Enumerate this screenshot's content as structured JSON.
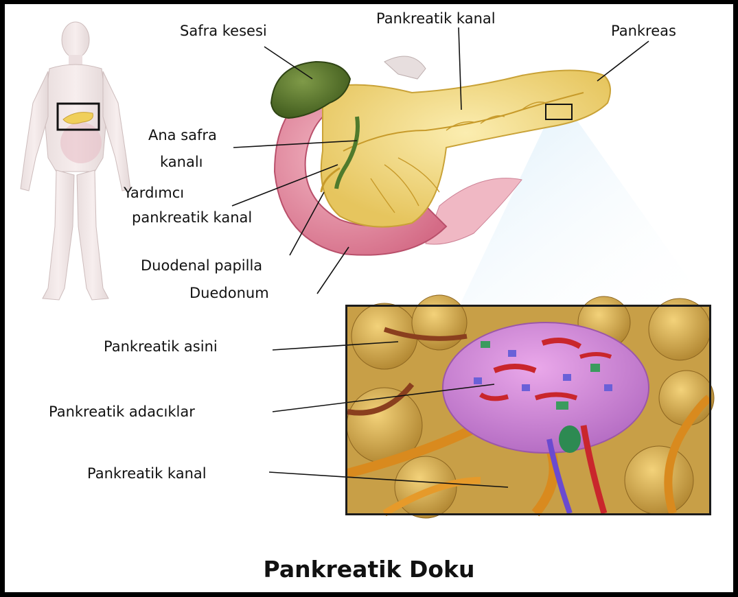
{
  "title": "Pankreatik Doku",
  "labels": {
    "safra_kesesi": "Safra kesesi",
    "pankreatik_kanal_top": "Pankreatik  kanal",
    "pankreas": "Pankreas",
    "ana_safra_1": "Ana safra",
    "ana_safra_2": "kanalı",
    "yardimci_1": "Yardımcı",
    "yardimci_2": "pankreatik kanal",
    "duodenal_papilla": "Duodenal papilla",
    "duedonum": "Duedonum",
    "pankreatik_asini": "Pankreatik asini",
    "pankreatik_adaciklar": "Pankreatik adacıklar",
    "pankreatik_kanal_bottom": "Pankreatik kanal"
  },
  "colors": {
    "pancreas": "#f2dc82",
    "duodenum": "#e58ca3",
    "gallbladder": "#5a7a2e",
    "islet": "#d58ad8",
    "vessel_red": "#c9262c",
    "vessel_orange": "#d98a1e",
    "acini": "#c8a045"
  }
}
